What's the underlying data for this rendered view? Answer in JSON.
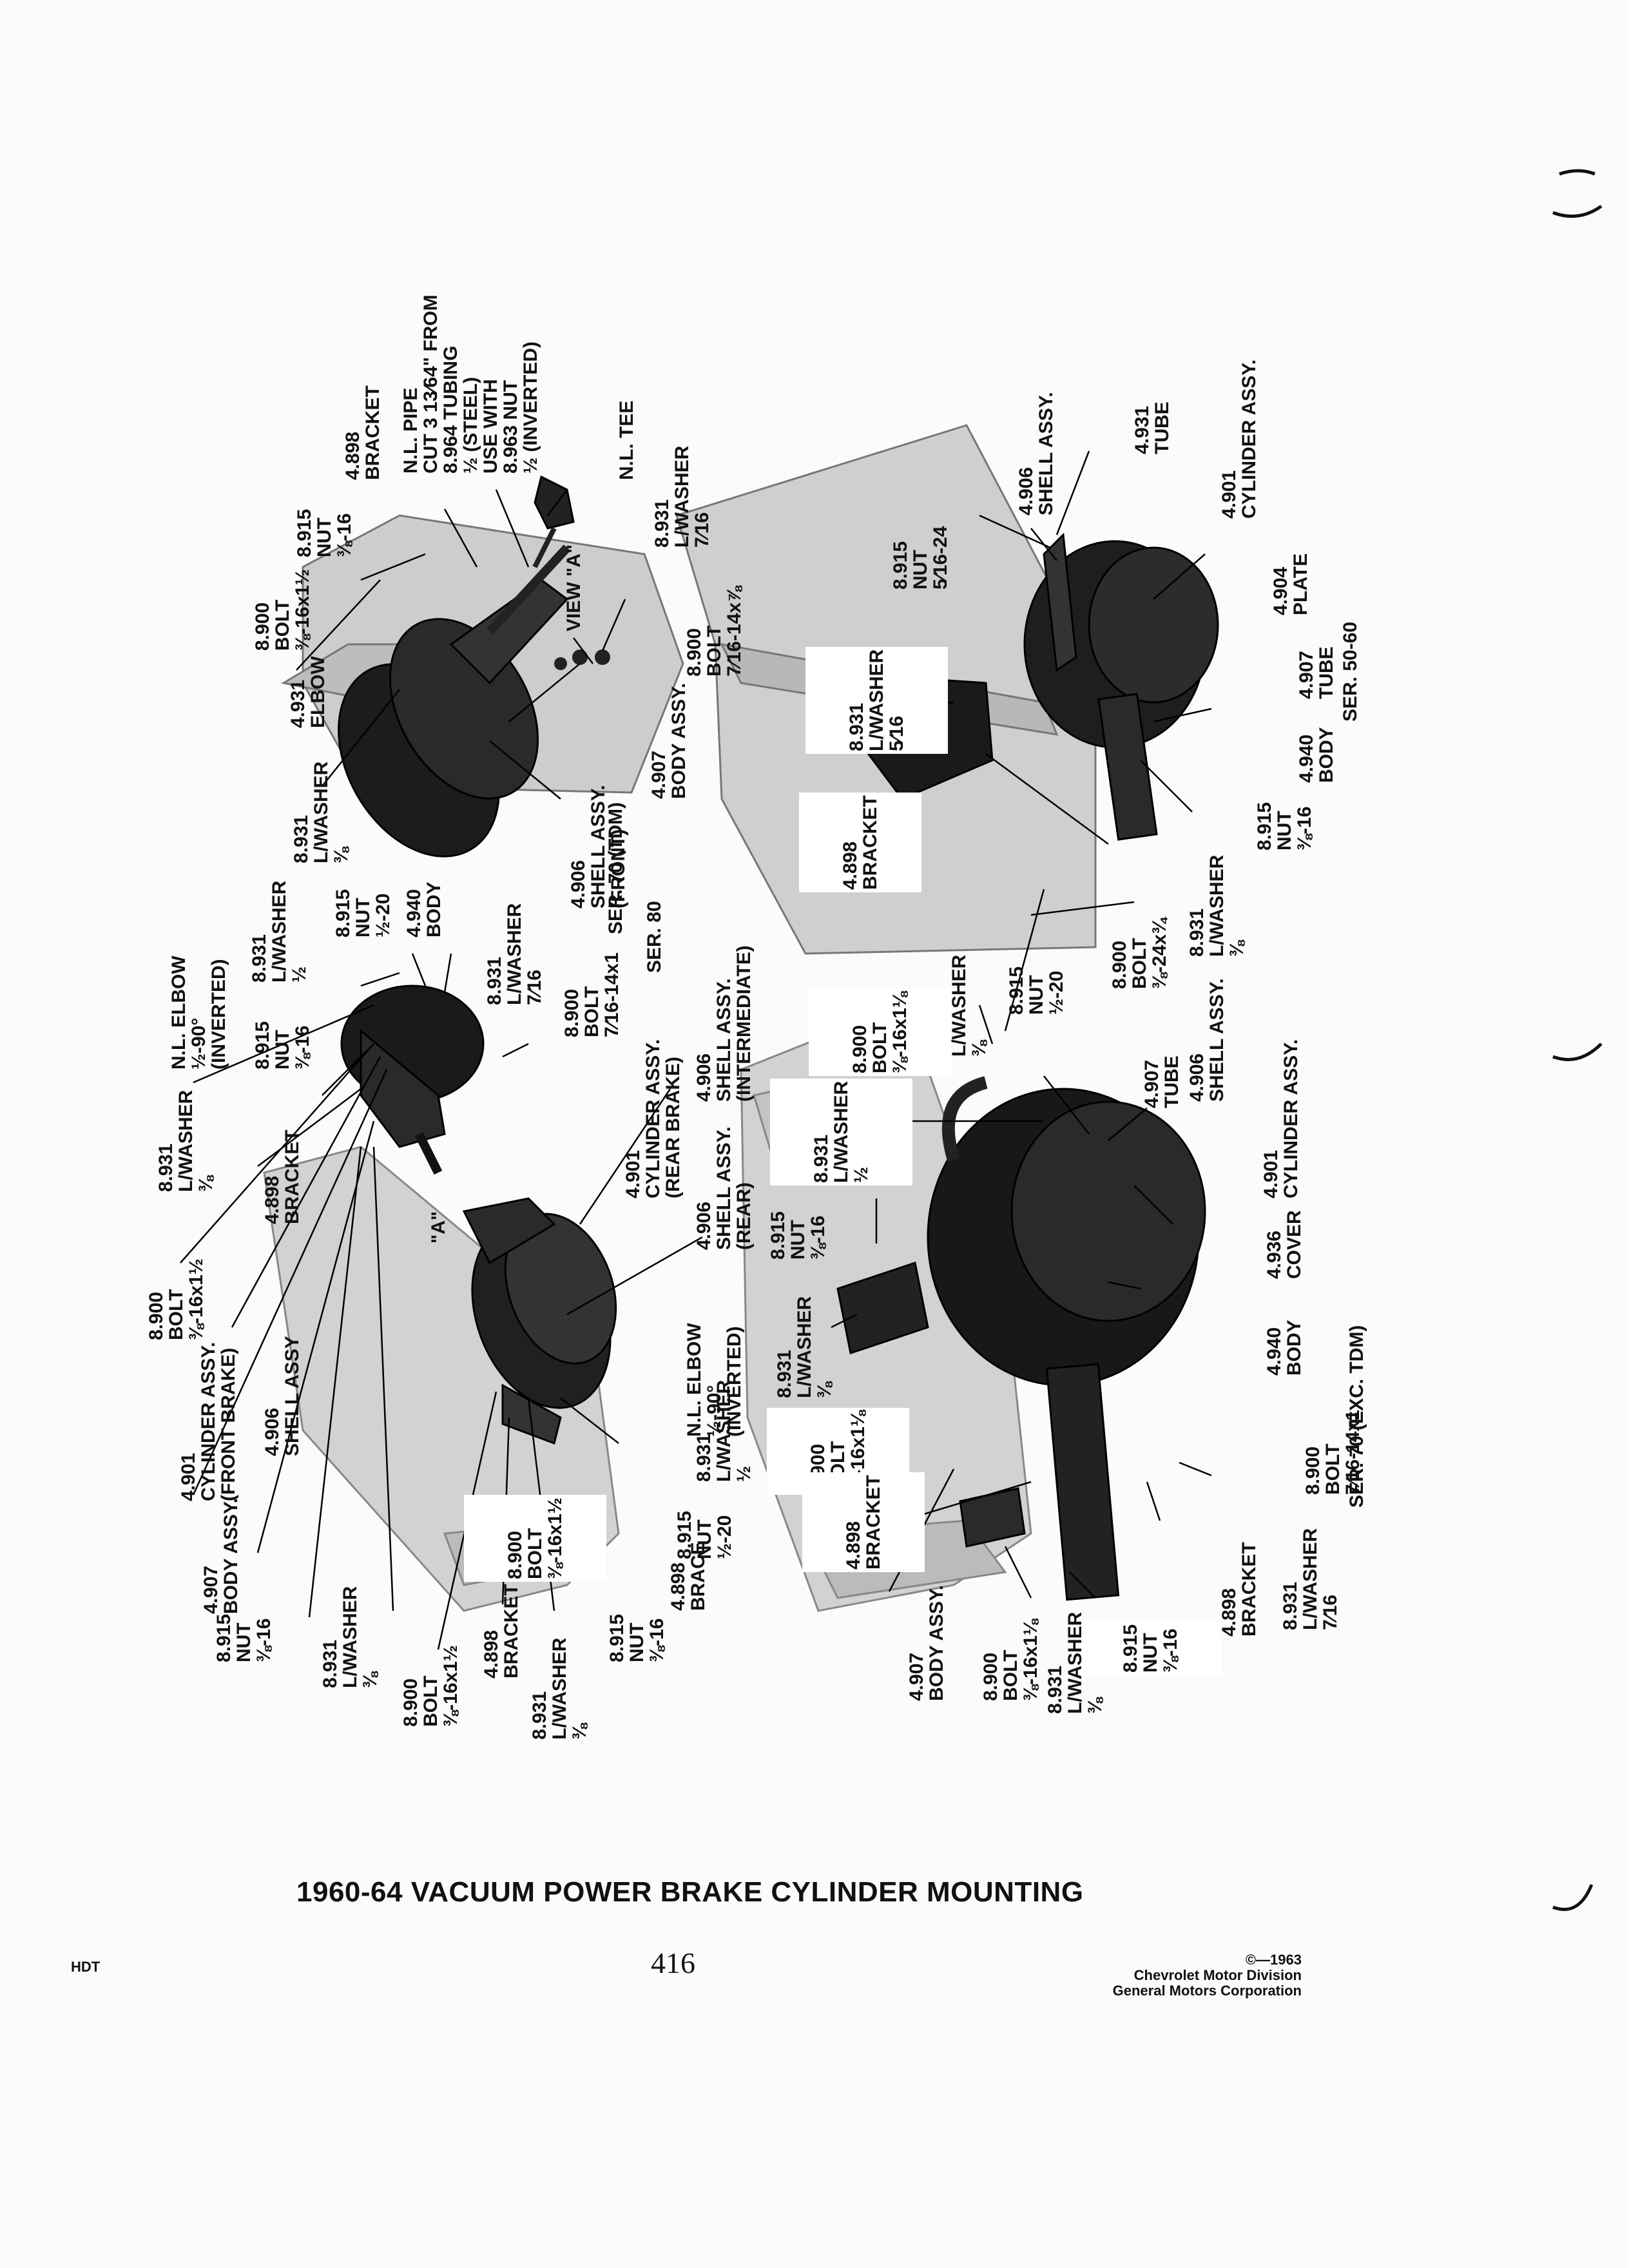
{
  "title": "1960-64 VACUUM POWER BRAKE CYLINDER MOUNTING",
  "page_number": "416",
  "section_code": "HDT",
  "copyright": [
    "©—1963",
    "Chevrolet Motor Division",
    "General Motors Corporation"
  ],
  "series_labels": {
    "tdm": "SER. 70 (TDM)",
    "s80": "SER. 80",
    "s5060": "SER. 50-60",
    "exc_tdm": "SER. 70 (EXC. TDM)"
  },
  "view_label": "VIEW \"A\"",
  "view_marker": "\"A\"",
  "callouts": {
    "top_pipe": [
      "N.L. PIPE",
      "CUT 3 13⁄64\" FROM",
      "8.964 TUBING",
      "½ (STEEL)",
      "USE WITH",
      "8.963 NUT",
      "½ (INVERTED)"
    ],
    "top_bracket": [
      "4.898",
      "BRACKET"
    ],
    "top_nut": [
      "8.915",
      "NUT",
      "⅜-16"
    ],
    "top_bolt": [
      "8.900",
      "BOLT",
      "⅜-16x1½"
    ],
    "top_elbow": [
      "4.931",
      "ELBOW"
    ],
    "top_lwasher_38": [
      "8.931",
      "L/WASHER",
      "⅜"
    ],
    "top_nl_tee": [
      "N.L. TEE"
    ],
    "top_lwasher_716": [
      "8.931",
      "L/WASHER",
      "7⁄16"
    ],
    "top_bolt_716": [
      "8.900",
      "BOLT",
      "7⁄16-14x⅞"
    ],
    "top_body_assy": [
      "4.907",
      "BODY ASSY."
    ],
    "top_shell_front": [
      "4.906",
      "SHELL ASSY.",
      "(FRONT)"
    ],
    "l_nl_elbow_top": [
      "N.L. ELBOW",
      "½-90°",
      "(INVERTED)"
    ],
    "l_lwasher_12": [
      "8.931",
      "L/WASHER",
      "½"
    ],
    "l_nut_1220": [
      "8.915",
      "NUT",
      "½-20"
    ],
    "l_body_4940": [
      "4.940",
      "BODY"
    ],
    "l_nut_38": [
      "8.915",
      "NUT",
      "⅜-16"
    ],
    "l_lwasher_38": [
      "8.931",
      "L/WASHER",
      "⅜"
    ],
    "l_lwasher_716": [
      "8.931",
      "L/WASHER",
      "7⁄16"
    ],
    "l_bolt_716": [
      "8.900",
      "BOLT",
      "7⁄16-14x1"
    ],
    "l_bracket": [
      "4.898",
      "BRACKET"
    ],
    "l_cyl_rear": [
      "4.901",
      "CYLINDER ASSY.",
      "(REAR BRAKE)"
    ],
    "l_bolt_38": [
      "8.900",
      "BOLT",
      "⅜-16x1½"
    ],
    "l_cyl_front": [
      "4.901",
      "CYLINDER ASSY.",
      "(FRONT BRAKE)"
    ],
    "l_shell_assy": [
      "4.906",
      "SHELL ASSY"
    ],
    "l_shell_inter": [
      "4.906",
      "SHELL ASSY.",
      "(INTERMEDIATE)"
    ],
    "l_shell_rear": [
      "4.906",
      "SHELL ASSY.",
      "(REAR)"
    ],
    "l_nl_elbow_low": [
      "N.L. ELBOW",
      "½-90°",
      "(INVERTED)"
    ],
    "l_body_assy": [
      "4.907",
      "BODY ASSY."
    ],
    "l_lwasher_12b": [
      "8.931",
      "L/WASHER",
      "½"
    ],
    "l_nut_1220b": [
      "8.915",
      "NUT",
      "½-20"
    ],
    "l_brace": [
      "4.898",
      "BRACE"
    ],
    "l_nut_38b": [
      "8.915",
      "NUT",
      "⅜-16"
    ],
    "l_lwasher_38b": [
      "8.931",
      "L/WASHER",
      "⅜"
    ],
    "l_bolt_38b": [
      "8.900",
      "BOLT",
      "⅜-16x1½"
    ],
    "l_bracket_b": [
      "4.898",
      "BRACKET"
    ],
    "l_nut_38c": [
      "8.915",
      "NUT",
      "⅜-16"
    ],
    "l_lwasher_38c": [
      "8.931",
      "L/WASHER",
      "⅜"
    ],
    "l_bolt_38c": [
      "8.900",
      "BOLT",
      "⅜-16x1½"
    ],
    "r_nut_516": [
      "8.915",
      "NUT",
      "5⁄16-24"
    ],
    "r_shell": [
      "4.906",
      "SHELL ASSY."
    ],
    "r_tube": [
      "4.931",
      "TUBE"
    ],
    "r_cyl": [
      "4.901",
      "CYLINDER ASSY."
    ],
    "r_plate": [
      "4.904",
      "PLATE"
    ],
    "r_tube_4907": [
      "4.907",
      "TUBE"
    ],
    "r_body_4940": [
      "4.940",
      "BODY"
    ],
    "r_nut_38": [
      "8.915",
      "NUT",
      "⅜-16"
    ],
    "r_lwasher_516": [
      "8.931",
      "L/WASHER",
      "5⁄16"
    ],
    "r_bracket": [
      "4.898",
      "BRACKET"
    ],
    "r_lwasher_38": [
      "8.931",
      "L/WASHER",
      "⅜"
    ],
    "r_bolt_34": [
      "8.900",
      "BOLT",
      "⅜-24x¾"
    ],
    "r_nut_1220": [
      "8.915",
      "NUT",
      "½-20"
    ],
    "r_lwasher_38b": [
      "8.931",
      "L/WASHER",
      "⅜"
    ],
    "r_bolt_118": [
      "8.900",
      "BOLT",
      "⅜-16x1⅛"
    ],
    "b_tube": [
      "4.907",
      "TUBE"
    ],
    "b_shell": [
      "4.906",
      "SHELL ASSY."
    ],
    "b_cyl": [
      "4.901",
      "CYLINDER ASSY."
    ],
    "b_lwasher_12": [
      "8.931",
      "L/WASHER",
      "½"
    ],
    "b_nut_38": [
      "8.915",
      "NUT",
      "⅜-16"
    ],
    "b_lwasher_38": [
      "8.931",
      "L/WASHER",
      "⅜"
    ],
    "b_bolt_118": [
      "8.900",
      "BOLT",
      "⅜-16x1⅛"
    ],
    "b_cover": [
      "4.936",
      "COVER"
    ],
    "b_body": [
      "4.940",
      "BODY"
    ],
    "b_bolt_716": [
      "8.900",
      "BOLT",
      "7⁄16-14x1"
    ],
    "b_lwasher_716": [
      "8.931",
      "L/WASHER",
      "7⁄16"
    ],
    "b_bracket": [
      "4.898",
      "BRACKET"
    ],
    "b_nut_38b": [
      "8.915",
      "NUT",
      "⅜-16"
    ],
    "b_lwasher_38c": [
      "8.931",
      "L/WASHER",
      "⅜"
    ],
    "b_bolt_118b": [
      "8.900",
      "BOLT",
      "⅜-16x1⅛"
    ],
    "b_bracket_b": [
      "4.898",
      "BRACKET"
    ],
    "b_body_assy": [
      "4.907",
      "BODY ASSY."
    ]
  }
}
